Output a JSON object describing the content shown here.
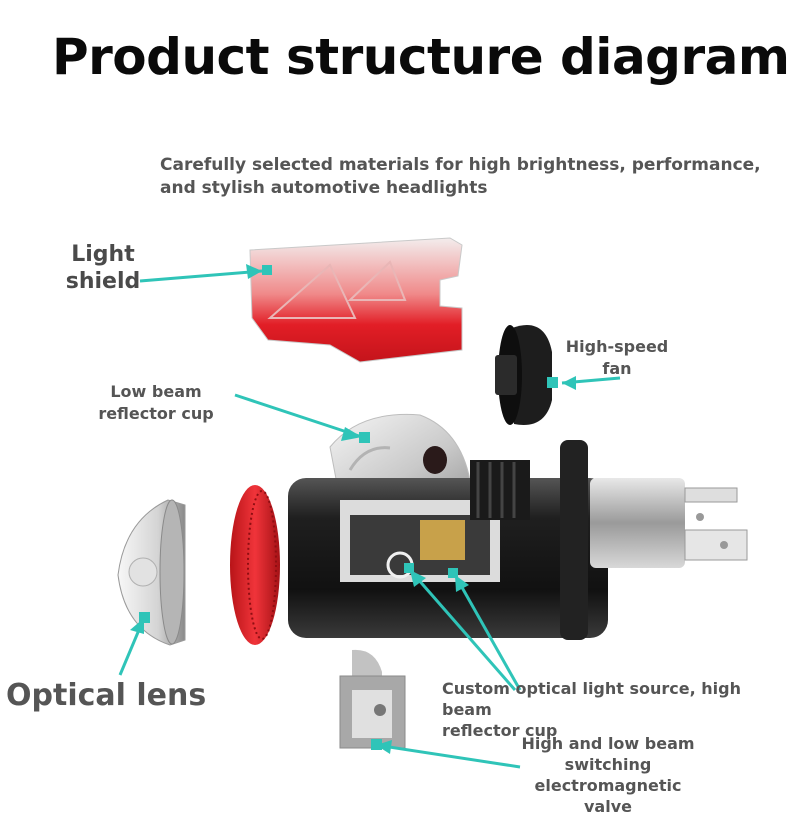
{
  "title": "Product structure diagram",
  "subtitle": "Carefully selected materials for high brightness, performance, and stylish automotive headlights",
  "labels": {
    "light_shield": [
      "Light",
      "shield"
    ],
    "high_speed_fan": [
      "High-speed",
      "fan"
    ],
    "low_beam_reflector": [
      "Low beam",
      "reflector cup"
    ],
    "optical_lens": "Optical lens",
    "custom_light_source": [
      "Custom optical light source, high beam",
      "reflector cup"
    ],
    "switching_valve": [
      "High and low beam",
      "switching",
      "electromagnetic valve"
    ]
  },
  "colors": {
    "pointer": "#2fc4b8",
    "shield_red": "#e21e26",
    "text_dark": "#0a0a0a",
    "text_gray": "#555555"
  }
}
